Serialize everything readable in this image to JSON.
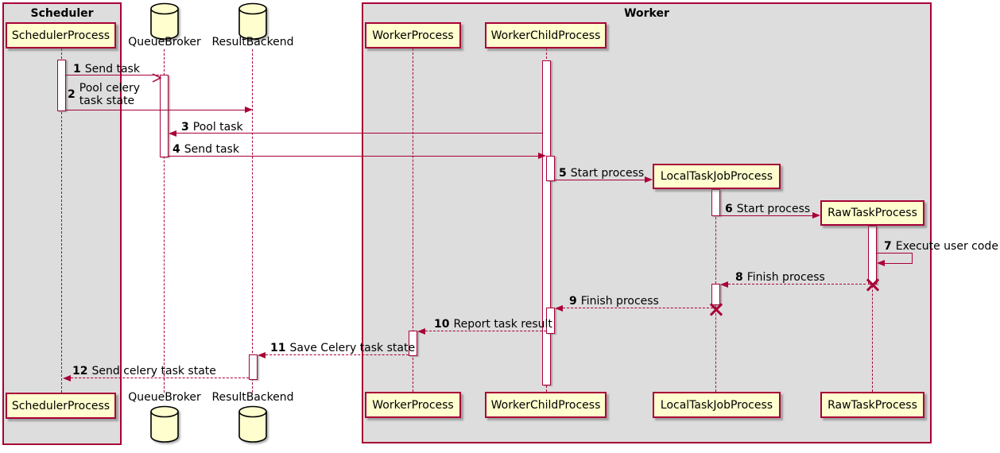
{
  "frames": {
    "scheduler": {
      "label": "Scheduler"
    },
    "worker": {
      "label": "Worker"
    }
  },
  "participants": {
    "scheduler_process": {
      "label": "SchedulerProcess",
      "type": "participant"
    },
    "queue_broker": {
      "label": "QueueBroker",
      "type": "database"
    },
    "result_backend": {
      "label": "ResultBackend",
      "type": "database"
    },
    "worker_process": {
      "label": "WorkerProcess",
      "type": "participant"
    },
    "worker_child_process": {
      "label": "WorkerChildProcess",
      "type": "participant"
    },
    "local_task_job_process": {
      "label": "LocalTaskJobProcess",
      "type": "participant"
    },
    "raw_task_process": {
      "label": "RawTaskProcess",
      "type": "participant"
    }
  },
  "messages": [
    {
      "num": "1",
      "text": "Send task",
      "style": "solid",
      "from": "scheduler_process",
      "to": "queue_broker"
    },
    {
      "num": "2",
      "text": "Pool celery\ntask state",
      "style": "solid",
      "from": "scheduler_process",
      "to": "result_backend"
    },
    {
      "num": "3",
      "text": "Pool task",
      "style": "solid",
      "from": "worker_child_process",
      "to": "queue_broker"
    },
    {
      "num": "4",
      "text": "Send task",
      "style": "solid",
      "from": "queue_broker",
      "to": "worker_child_process"
    },
    {
      "num": "5",
      "text": "Start process",
      "style": "solid",
      "from": "worker_child_process",
      "to": "local_task_job_process"
    },
    {
      "num": "6",
      "text": "Start process",
      "style": "solid",
      "from": "local_task_job_process",
      "to": "raw_task_process"
    },
    {
      "num": "7",
      "text": "Execute user code",
      "style": "solid-self",
      "from": "raw_task_process",
      "to": "raw_task_process"
    },
    {
      "num": "8",
      "text": "Finish process",
      "style": "dashed",
      "from": "raw_task_process",
      "to": "local_task_job_process"
    },
    {
      "num": "9",
      "text": "Finish process",
      "style": "dashed",
      "from": "local_task_job_process",
      "to": "worker_child_process"
    },
    {
      "num": "10",
      "text": "Report task result",
      "style": "dashed",
      "from": "worker_child_process",
      "to": "worker_process"
    },
    {
      "num": "11",
      "text": "Save Celery task state",
      "style": "dashed",
      "from": "worker_process",
      "to": "result_backend"
    },
    {
      "num": "12",
      "text": "Send celery task state",
      "style": "dashed",
      "from": "result_backend",
      "to": "scheduler_process"
    }
  ],
  "colors": {
    "accent": "#A80036",
    "participant_fill": "#FEFECE",
    "frame_fill": "#DDDDDD",
    "database_stroke": "#000000",
    "text": "#000000"
  }
}
